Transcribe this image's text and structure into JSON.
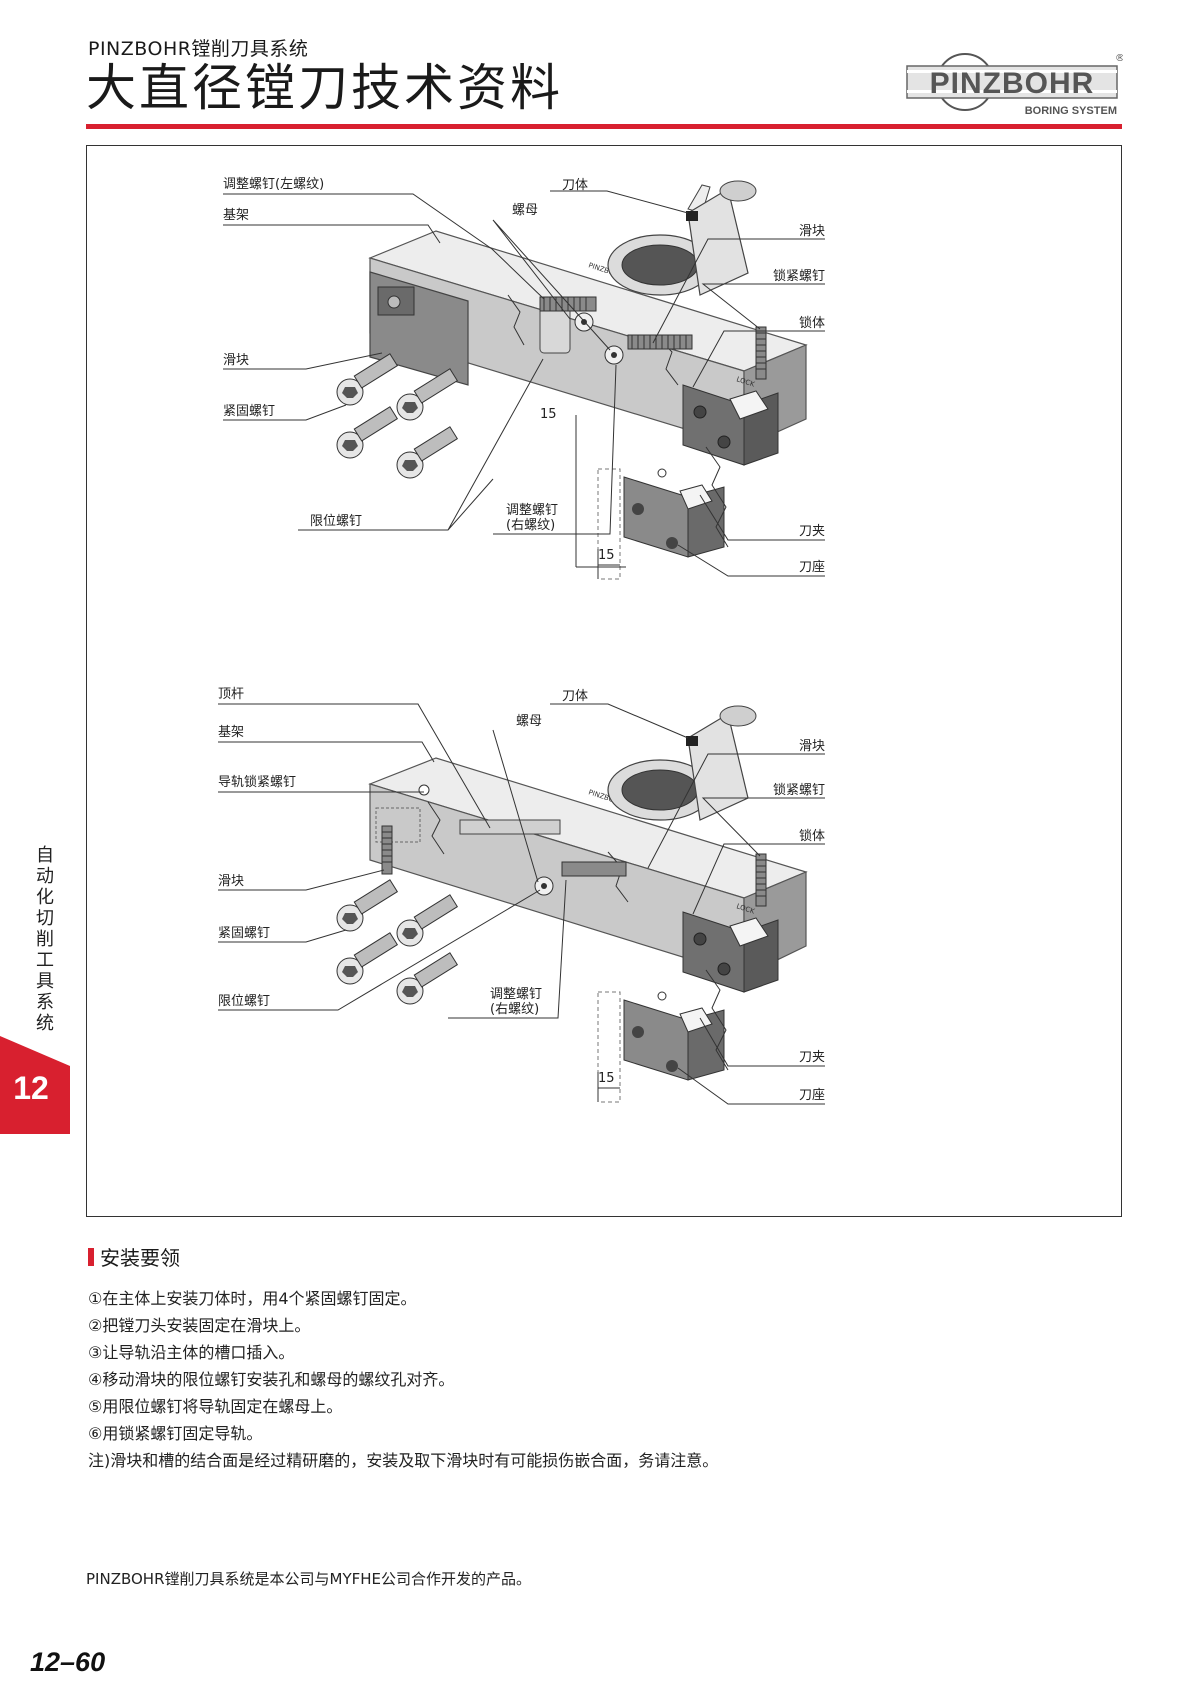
{
  "header": {
    "series": "PINZBOHR镗削刀具系统",
    "title": "大直径镗刀技术资料",
    "logo_name": "PINZBOHR",
    "logo_sub": "BORING SYSTEM",
    "logo_mark": "®"
  },
  "diagram1": {
    "labels": {
      "adjust_left": "调整螺钉(左螺纹)",
      "base": "基架",
      "nut": "螺母",
      "body": "刀体",
      "slider_r": "滑块",
      "lock_screw": "锁紧螺钉",
      "lock_body": "锁体",
      "slider_l": "滑块",
      "fix_screw": "紧固螺钉",
      "limit_screw": "限位螺钉",
      "adjust_right_1": "调整螺钉",
      "adjust_right_2": "(右螺纹)",
      "dim_a": "15",
      "dim_b": "15",
      "clamp": "刀夹",
      "holder": "刀座",
      "lock_mark": "LOCK",
      "body_mark": "PINZBOHR 400"
    }
  },
  "diagram2": {
    "labels": {
      "rod": "顶杆",
      "body": "刀体",
      "nut": "螺母",
      "base": "基架",
      "slider_r": "滑块",
      "rail_lock": "导轨锁紧螺钉",
      "lock_screw": "锁紧螺钉",
      "lock_body": "锁体",
      "slider_l": "滑块",
      "fix_screw": "紧固螺钉",
      "limit_screw": "限位螺钉",
      "adjust_right_1": "调整螺钉",
      "adjust_right_2": "(右螺纹)",
      "dim": "15",
      "clamp": "刀夹",
      "holder": "刀座",
      "lock_mark": "LOCK",
      "body_mark": "PINZBOHR 400"
    }
  },
  "side": {
    "text": "自动化切削工具系统",
    "chapter": "12"
  },
  "install": {
    "title": "安装要领",
    "steps": [
      "①在主体上安装刀体时，用4个紧固螺钉固定。",
      "②把镗刀头安装固定在滑块上。",
      "③让导轨沿主体的槽口插入。",
      "④移动滑块的限位螺钉安装孔和螺母的螺纹孔对齐。",
      "⑤用限位螺钉将导轨固定在螺母上。",
      "⑥用锁紧螺钉固定导轨。",
      "注)滑块和槽的结合面是经过精研磨的，安装及取下滑块时有可能损伤嵌合面，务请注意。"
    ]
  },
  "footer": {
    "text": "PINZBOHR镗削刀具系统是本公司与MYFHE公司合作开发的产品。",
    "page_number": "12–60"
  },
  "colors": {
    "accent": "#d8202f",
    "metal_light": "#e6e6e6",
    "metal_mid": "#b8b8b8",
    "metal_dark": "#6a6a6a"
  }
}
